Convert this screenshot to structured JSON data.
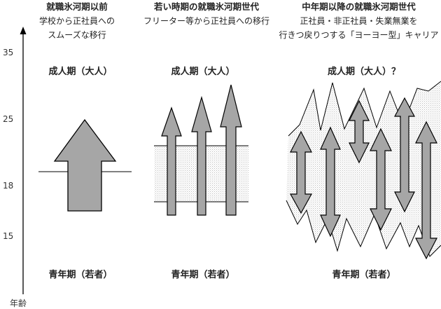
{
  "columns": [
    {
      "title": "就職氷河期以前",
      "subtitle1": "学校から正社員への",
      "subtitle2": "スムーズな移行",
      "top_label": "成人期（大人）",
      "bottom_label": "青年期（若者）"
    },
    {
      "title": "若い時期の就職氷河期世代",
      "subtitle1": "フリーター等から正社員への移行",
      "subtitle2": "",
      "top_label": "成人期（大人）",
      "bottom_label": "青年期（若者）"
    },
    {
      "title": "中年期以降の就職氷河期世代",
      "subtitle1": "正社員・非正社員・失業無業を",
      "subtitle2": "行きつ戻りつする「ヨーヨー型」キャリア",
      "top_label": "成人期（大人）？",
      "bottom_label": "青年期（若者）"
    }
  ],
  "axis": {
    "label": "年齢",
    "ticks": [
      "35",
      "25",
      "18",
      "15"
    ]
  },
  "colors": {
    "arrow_fill": "#a6a6a6",
    "stroke": "#000000",
    "dots": "#cfcfcf"
  }
}
